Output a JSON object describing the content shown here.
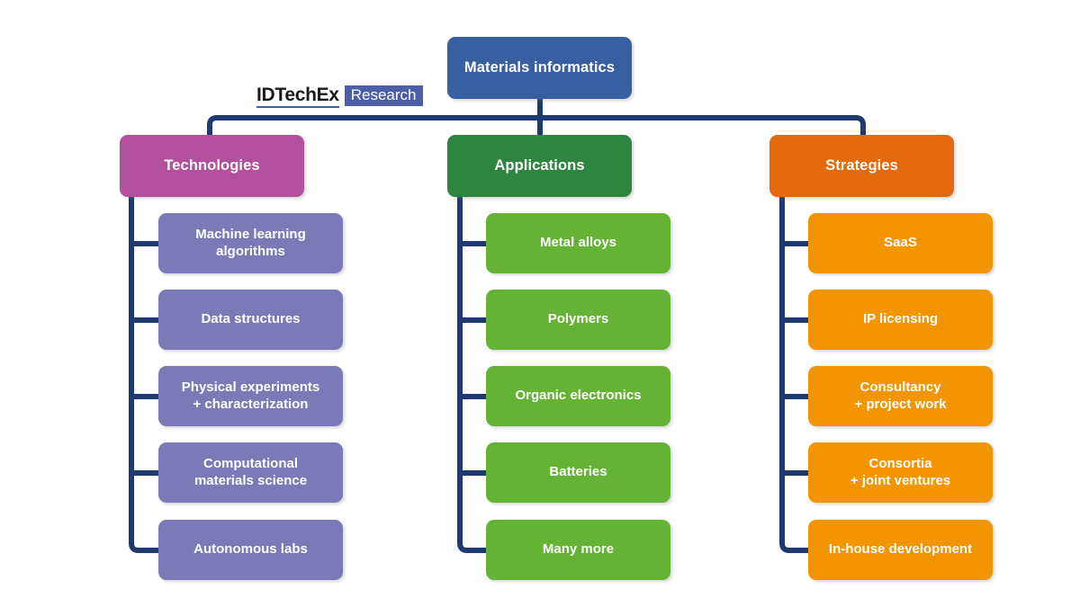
{
  "brand": {
    "logo_word": "IDTechEx",
    "logo_badge": "Research"
  },
  "colors": {
    "root": "#3A5FA0",
    "technologies": "#B2509E",
    "technologies_child": "#7B79B8",
    "applications": "#2E8540",
    "applications_child": "#65B334",
    "strategies": "#E3690B",
    "strategies_child": "#F39500",
    "connector": "#1F3A70",
    "background": "#FFFFFF"
  },
  "diagram": {
    "type": "tree",
    "root": {
      "label": "Materials informatics"
    },
    "branches": [
      {
        "key": "technologies",
        "label": "Technologies",
        "children": [
          {
            "label": "Machine learning\nalgorithms"
          },
          {
            "label": "Data structures"
          },
          {
            "label": "Physical experiments\n+ characterization"
          },
          {
            "label": "Computational\nmaterials science"
          },
          {
            "label": "Autonomous labs"
          }
        ]
      },
      {
        "key": "applications",
        "label": "Applications",
        "children": [
          {
            "label": "Metal alloys"
          },
          {
            "label": "Polymers"
          },
          {
            "label": "Organic electronics"
          },
          {
            "label": "Batteries"
          },
          {
            "label": "Many more"
          }
        ]
      },
      {
        "key": "strategies",
        "label": "Strategies",
        "children": [
          {
            "label": "SaaS"
          },
          {
            "label": "IP licensing"
          },
          {
            "label": "Consultancy\n+ project work"
          },
          {
            "label": "Consortia\n+ joint ventures"
          },
          {
            "label": "In-house development"
          }
        ]
      }
    ]
  }
}
